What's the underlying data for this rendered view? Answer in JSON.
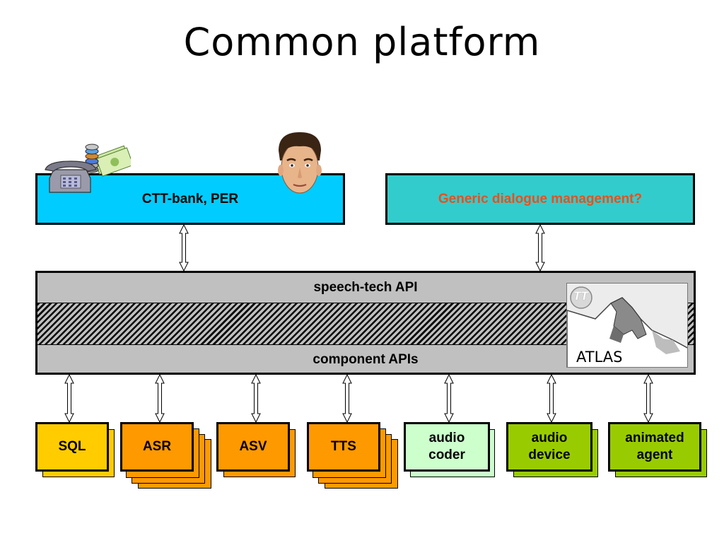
{
  "title": "Common platform",
  "top_boxes": {
    "ctt_bank": "CTT-bank, PER",
    "dialogue": "Generic dialogue management?"
  },
  "platform": {
    "speech_tech_api": "speech-tech API",
    "component_apis": "component APIs",
    "atlas_label": "ATLAS",
    "atlas_logo_text": "TT"
  },
  "components": [
    {
      "label": "SQL"
    },
    {
      "label": "ASR"
    },
    {
      "label": "ASV"
    },
    {
      "label": "TTS"
    },
    {
      "label": "audio coder"
    },
    {
      "label": "audio device"
    },
    {
      "label": "animated agent"
    }
  ],
  "colors": {
    "ctt_fill": "#00ccff",
    "dialogue_fill": "#33cccc",
    "dialogue_text": "#e8501e",
    "platform_fill": "#c0c0c0",
    "sql_fill": "#ffcc00",
    "orange_fill": "#ff9900",
    "audio_coder_fill": "#ccffcc",
    "green_fill": "#99cc00"
  }
}
